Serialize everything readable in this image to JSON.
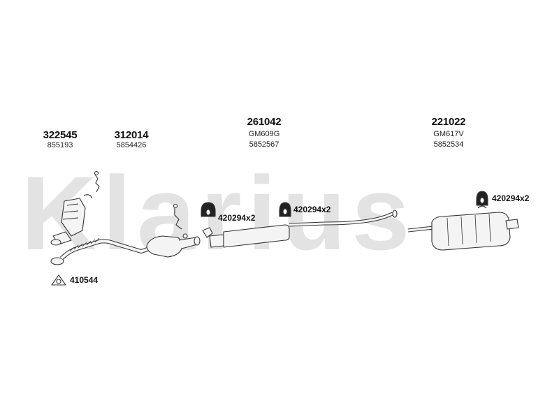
{
  "watermark": "Klarius",
  "parts": [
    {
      "number": "322545",
      "ref": "855193"
    },
    {
      "number": "312014",
      "ref": "5854426"
    },
    {
      "number": "261042",
      "code": "GM609G",
      "ref": "5852567"
    },
    {
      "number": "221022",
      "code": "GM617V",
      "ref": "5852534"
    }
  ],
  "fittings": [
    {
      "label": "420294x2"
    },
    {
      "label": "420294x2"
    },
    {
      "label": "420294x2"
    },
    {
      "label": "410544"
    }
  ],
  "colors": {
    "line": "#333333",
    "watermark": "#e3e3e3",
    "part_fill": "#f2f2f2"
  }
}
